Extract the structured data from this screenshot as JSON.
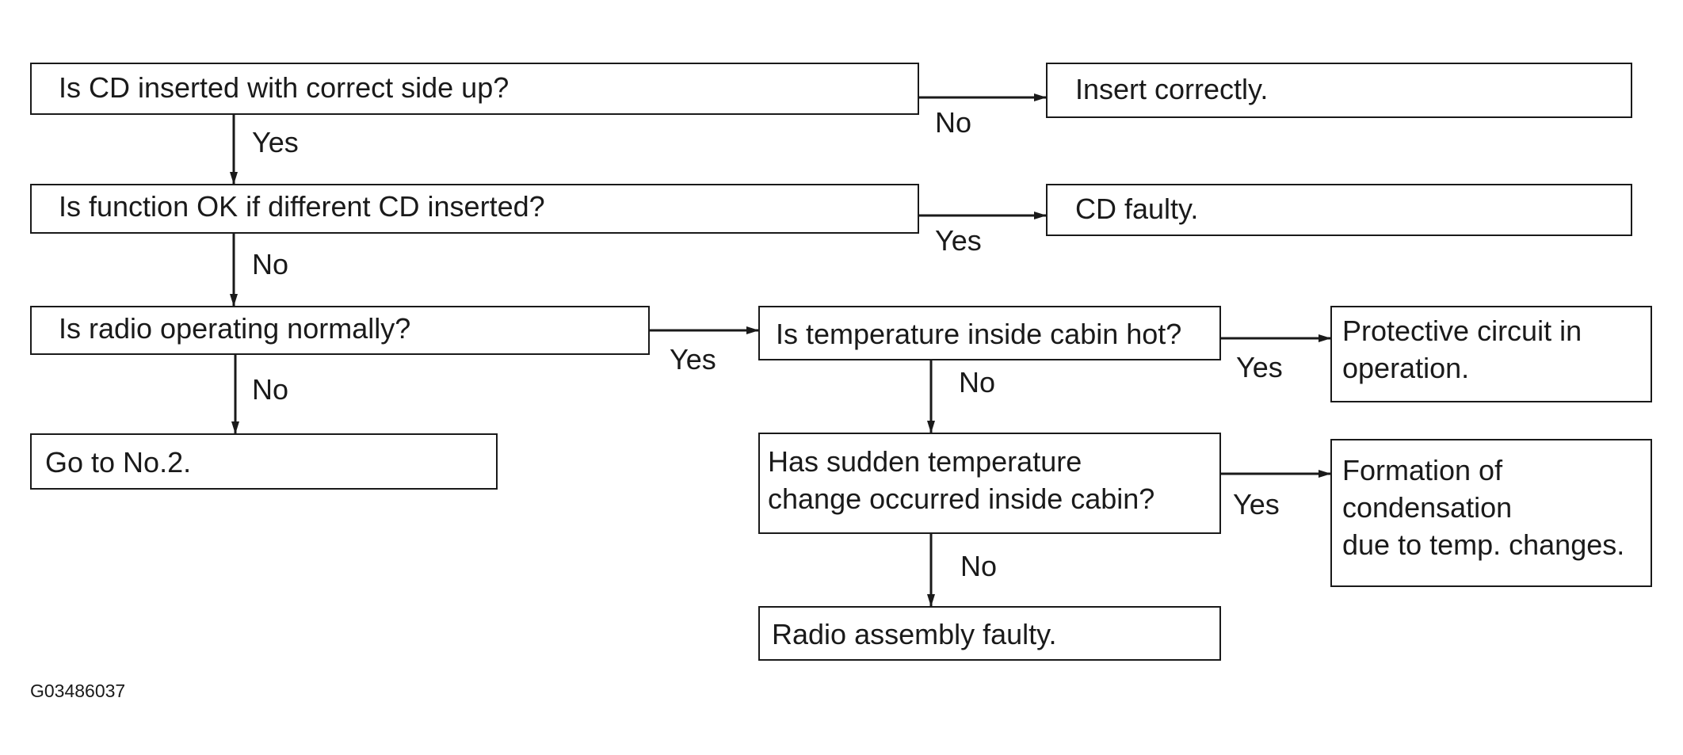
{
  "boxes": {
    "q_cd_side": "Is CD inserted with correct side up?",
    "a_insert": "Insert correctly.",
    "q_diff_cd": "Is function OK if different CD inserted?",
    "a_cd_faulty": "CD faulty.",
    "q_radio": "Is radio operating normally?",
    "q_temp_hot": "Is temperature inside cabin hot?",
    "a_protective": "Protective circuit in\noperation.",
    "a_goto2": "Go to No.2.",
    "q_sudden": "Has sudden temperature\nchange occurred inside cabin?",
    "a_condensation": "Formation of\ncondensation\ndue to temp. changes.",
    "a_radio_faulty": "Radio assembly faulty."
  },
  "labels": {
    "yes_1": "Yes",
    "no_1": "No",
    "no_2": "No",
    "yes_2": "Yes",
    "no_3": "No",
    "yes_3": "Yes",
    "yes_4": "Yes",
    "no_4": "No",
    "yes_5": "Yes",
    "no_5": "No"
  },
  "figure_code": "G03486037"
}
